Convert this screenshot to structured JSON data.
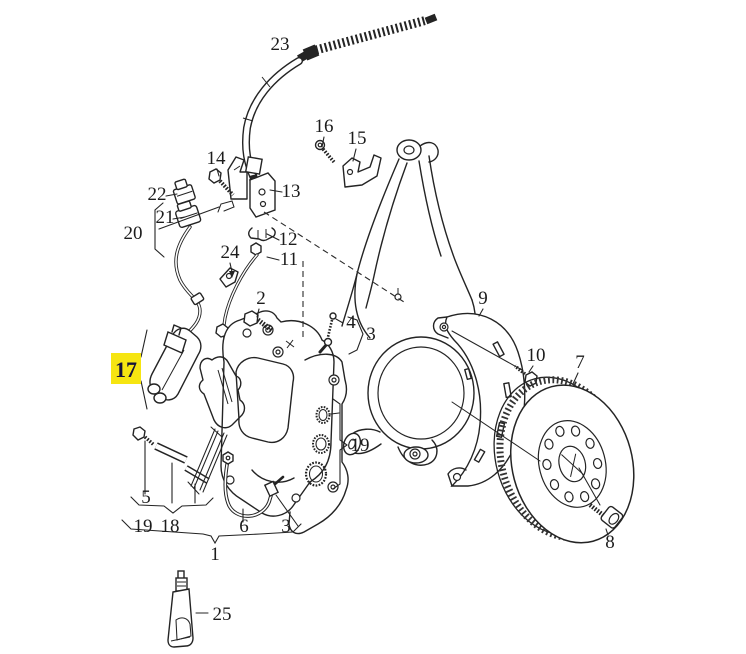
{
  "diagram": {
    "type": "exploded-parts-diagram",
    "subject": "front brake assembly line drawing",
    "background": "#ffffff",
    "line_color": "#222222",
    "highlight": {
      "label": "17",
      "bg_color": "#f6e511",
      "text_color": "#15123a"
    },
    "callouts": [
      {
        "id": "23",
        "label": "23"
      },
      {
        "id": "16",
        "label": "16"
      },
      {
        "id": "15",
        "label": "15"
      },
      {
        "id": "14",
        "label": "14"
      },
      {
        "id": "22",
        "label": "22"
      },
      {
        "id": "21",
        "label": "21"
      },
      {
        "id": "20",
        "label": "20"
      },
      {
        "id": "13",
        "label": "13"
      },
      {
        "id": "12",
        "label": "12"
      },
      {
        "id": "11",
        "label": "11"
      },
      {
        "id": "24",
        "label": "24"
      },
      {
        "id": "2",
        "label": "2"
      },
      {
        "id": "4",
        "label": "4"
      },
      {
        "id": "3a",
        "label": "3"
      },
      {
        "id": "9",
        "label": "9"
      },
      {
        "id": "10",
        "label": "10"
      },
      {
        "id": "7",
        "label": "7"
      },
      {
        "id": "19a",
        "label": "19"
      },
      {
        "id": "5",
        "label": "5"
      },
      {
        "id": "19b",
        "label": "19"
      },
      {
        "id": "18",
        "label": "18"
      },
      {
        "id": "6",
        "label": "6"
      },
      {
        "id": "3b",
        "label": "3"
      },
      {
        "id": "1",
        "label": "1"
      },
      {
        "id": "8",
        "label": "8"
      },
      {
        "id": "25",
        "label": "25"
      }
    ]
  }
}
